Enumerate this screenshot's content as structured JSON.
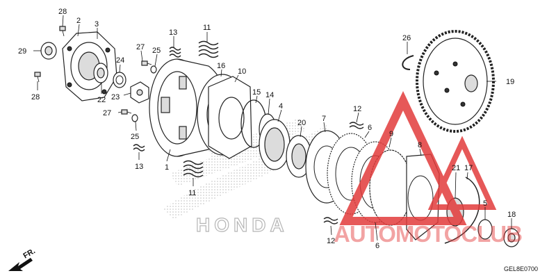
{
  "diagram": {
    "code": "GEL8E0700",
    "direction_label": "FR.",
    "brand_text": "HONDA",
    "watermark_text": "AUTOMOTOCLUB",
    "colors": {
      "watermark": "#e23b3b",
      "line": "#111111",
      "brand": "#c8c8c8"
    }
  },
  "callouts": {
    "c1": "1",
    "c2": "2",
    "c3": "3",
    "c4": "4",
    "c5": "5",
    "c6a": "6",
    "c6b": "6",
    "c7": "7",
    "c8": "8",
    "c9": "9",
    "c10": "10",
    "c11a": "11",
    "c11b": "11",
    "c12a": "12",
    "c12b": "12",
    "c13a": "13",
    "c13b": "13",
    "c14": "14",
    "c15": "15",
    "c16": "16",
    "c17": "17",
    "c18": "18",
    "c19": "19",
    "c20": "20",
    "c21": "21",
    "c22": "22",
    "c23": "23",
    "c24": "24",
    "c25a": "25",
    "c25b": "25",
    "c26": "26",
    "c27a": "27",
    "c27b": "27",
    "c28a": "28",
    "c28b": "28",
    "c29": "29"
  }
}
